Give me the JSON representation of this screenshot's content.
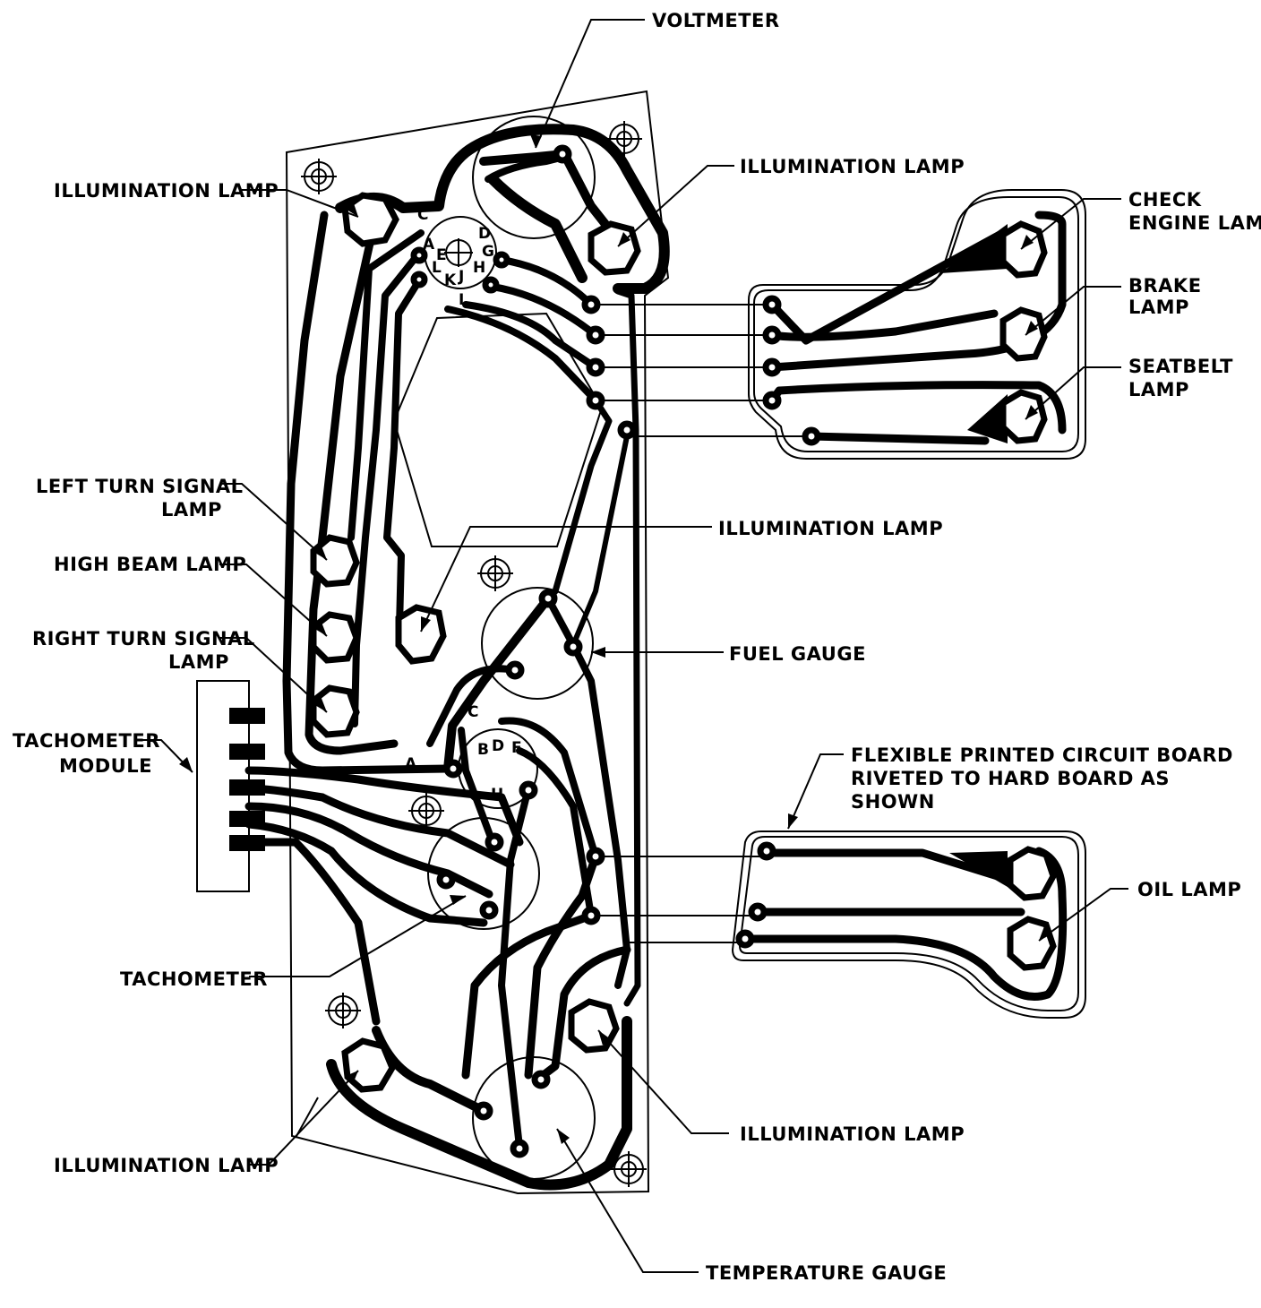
{
  "labels": {
    "voltmeter": "VOLTMETER",
    "illum_top_left": "ILLUMINATION LAMP",
    "illum_top_right": "ILLUMINATION LAMP",
    "check_engine": [
      "CHECK",
      "ENGINE LAMP"
    ],
    "brake": [
      "BRAKE",
      "LAMP"
    ],
    "seatbelt": [
      "SEATBELT",
      "LAMP"
    ],
    "left_turn": [
      "LEFT TURN SIGNAL",
      "LAMP"
    ],
    "high_beam": "HIGH BEAM LAMP",
    "right_turn": [
      "RIGHT TURN SIGNAL",
      "LAMP"
    ],
    "illum_center": "ILLUMINATION LAMP",
    "fuel_gauge": "FUEL GAUGE",
    "tach_module": [
      "TACHOMETER",
      "MODULE"
    ],
    "flex_board": [
      "FLEXIBLE PRINTED CIRCUIT BOARD",
      "RIVETED TO HARD BOARD AS",
      "SHOWN"
    ],
    "oil_lamp": "OIL LAMP",
    "tachometer": "TACHOMETER",
    "illum_bottom_right": "ILLUMINATION LAMP",
    "illum_bottom_left": "ILLUMINATION LAMP",
    "temperature_gauge": "TEMPERATURE GAUGE"
  },
  "pins_top": [
    "C",
    "A",
    "E",
    "L",
    "K",
    "J",
    "H",
    "G",
    "D",
    "I"
  ],
  "pins_bottom": [
    "C",
    "B",
    "D",
    "F",
    "H",
    "A"
  ]
}
